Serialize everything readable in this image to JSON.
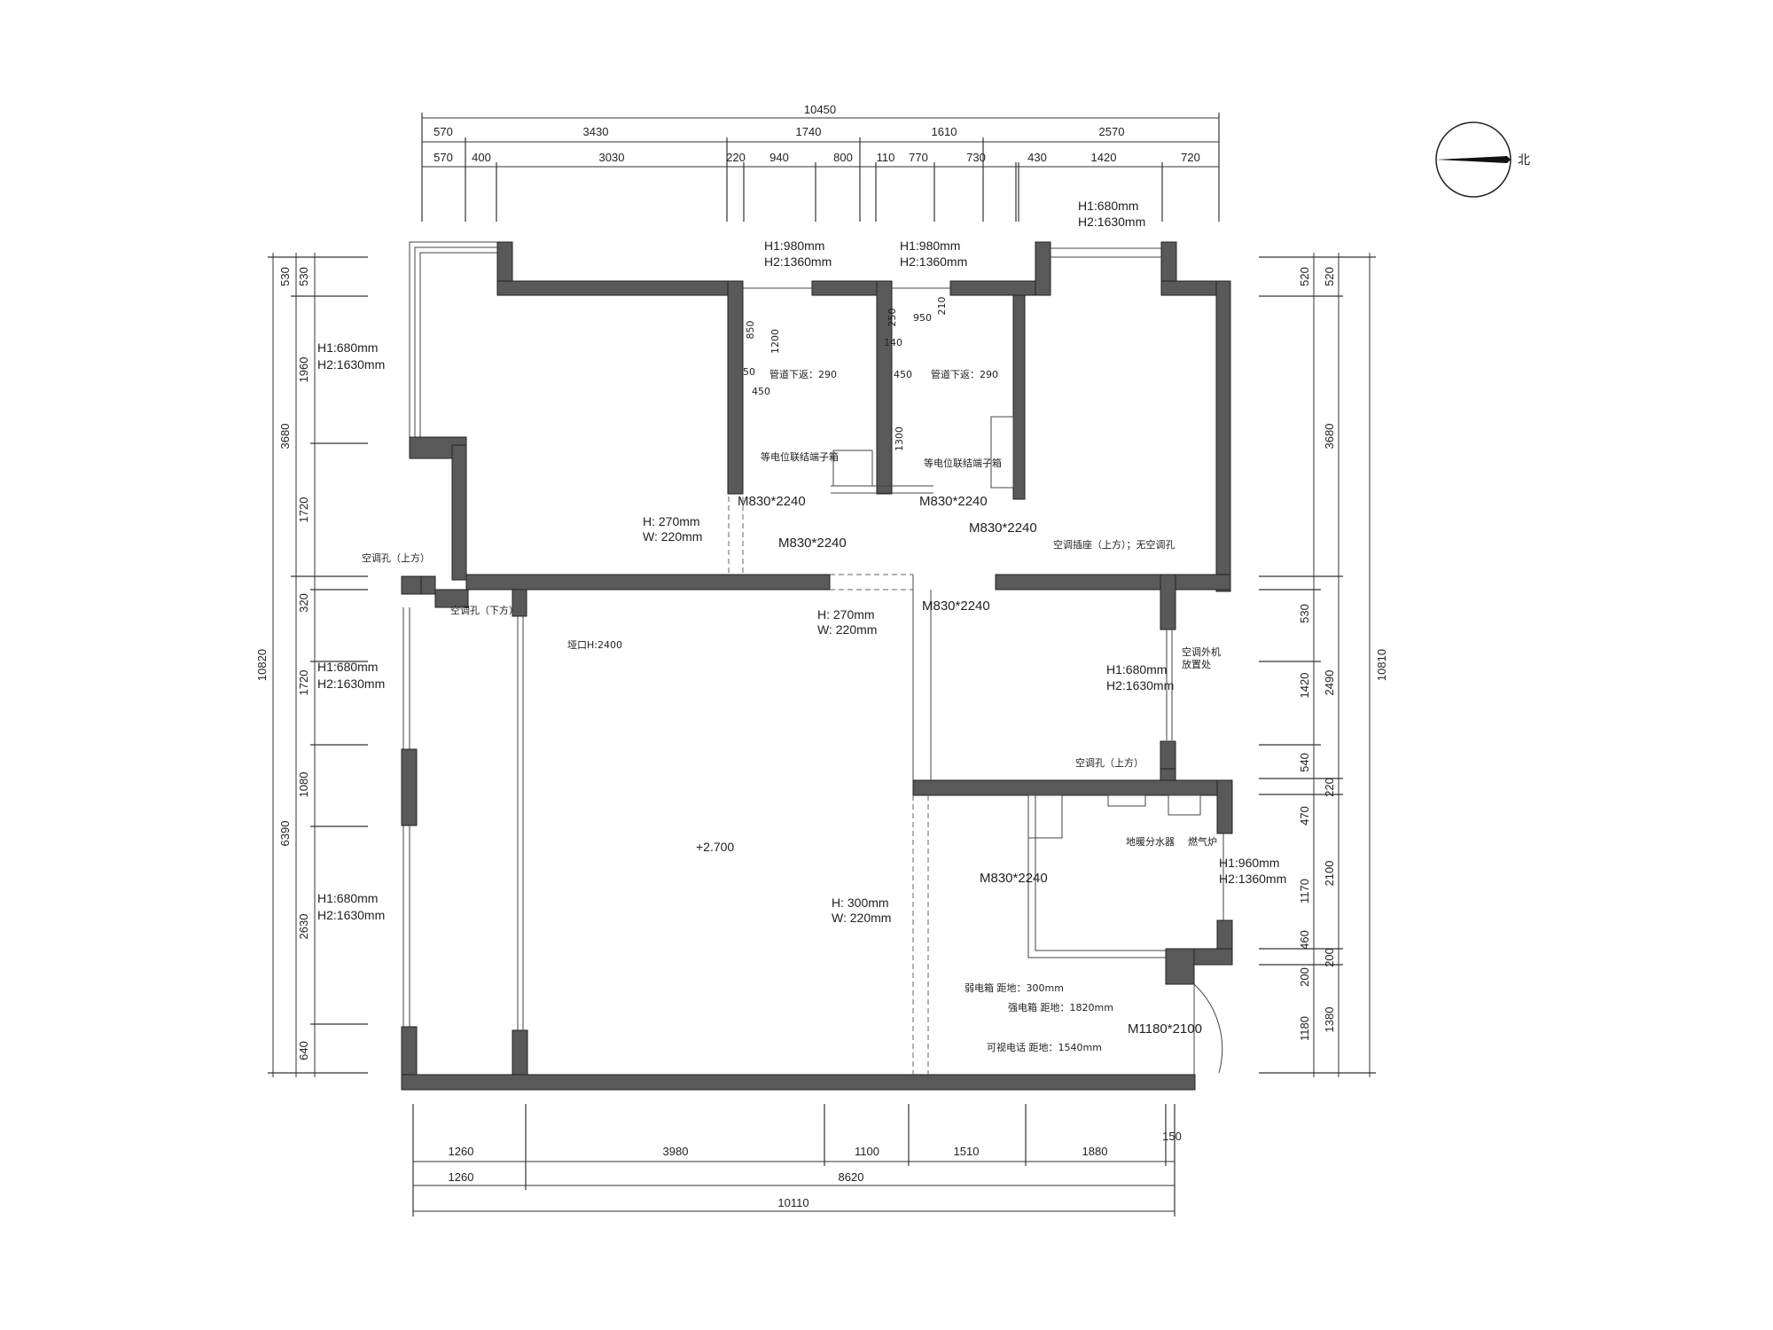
{
  "dims": {
    "top_total": "10450",
    "top_row1": [
      "570",
      "3430",
      "1740",
      "1610",
      "2570"
    ],
    "top_row2": [
      "570",
      "400",
      "3030",
      "220",
      "940",
      "800",
      "110",
      "770",
      "730",
      "430",
      "1420",
      "720"
    ],
    "left_total": "10820",
    "left_outer": [
      "530",
      "3680",
      "6390"
    ],
    "left_inner": [
      "530",
      "1960",
      "1720",
      "320",
      "1720",
      "1080",
      "2630",
      "640"
    ],
    "right_total": "10810",
    "right_outer": [
      "520",
      "3680",
      "2490",
      "220",
      "2100",
      "200",
      "1380"
    ],
    "right_inner": [
      "520",
      "530",
      "1420",
      "540",
      "470",
      "1170",
      "460",
      "200",
      "1180"
    ],
    "bottom_row1": [
      "1260",
      "3980",
      "1100",
      "1510",
      "1880",
      "150"
    ],
    "bottom_row2": [
      "1260",
      "8620"
    ],
    "bottom_total": "10110",
    "inner": [
      "850",
      "1200",
      "50",
      "450",
      "250",
      "140",
      "950",
      "210",
      "450",
      "1300"
    ]
  },
  "windows": {
    "w_h1_680": "H1:680mm",
    "w_h2_1630": "H2:1630mm",
    "w_h1_980": "H1:980mm",
    "w_h2_1360": "H2:1360mm",
    "w_h1_960": "H1:960mm"
  },
  "doors": {
    "m830": "M830*2240",
    "m1180": "M1180*2100"
  },
  "openings": {
    "h270": "H: 270mm",
    "w220": "W: 220mm",
    "h300": "H: 300mm",
    "yakou": "垭口H:2400"
  },
  "notes": {
    "ac_hole_up": "空调孔（上方）",
    "ac_hole_down": "空调孔（下方）",
    "ac_socket": "空调插座（上方）；无空调孔",
    "ac_outdoor_1": "空调外机",
    "ac_outdoor_2": "放置处",
    "pipe": "管道下返：290",
    "equip_box": "等电位联结端子箱",
    "floor_heat": "地暖分水器",
    "boiler": "燃气炉",
    "weak_box": "弱电箱  距地：300mm",
    "strong_box": "强电箱  距地：1820mm",
    "video_phone": "可视电话 距地：1540mm",
    "elevation": "+2.700",
    "north": "北"
  },
  "colors": {
    "wall": "#595959",
    "line": "#333333"
  }
}
